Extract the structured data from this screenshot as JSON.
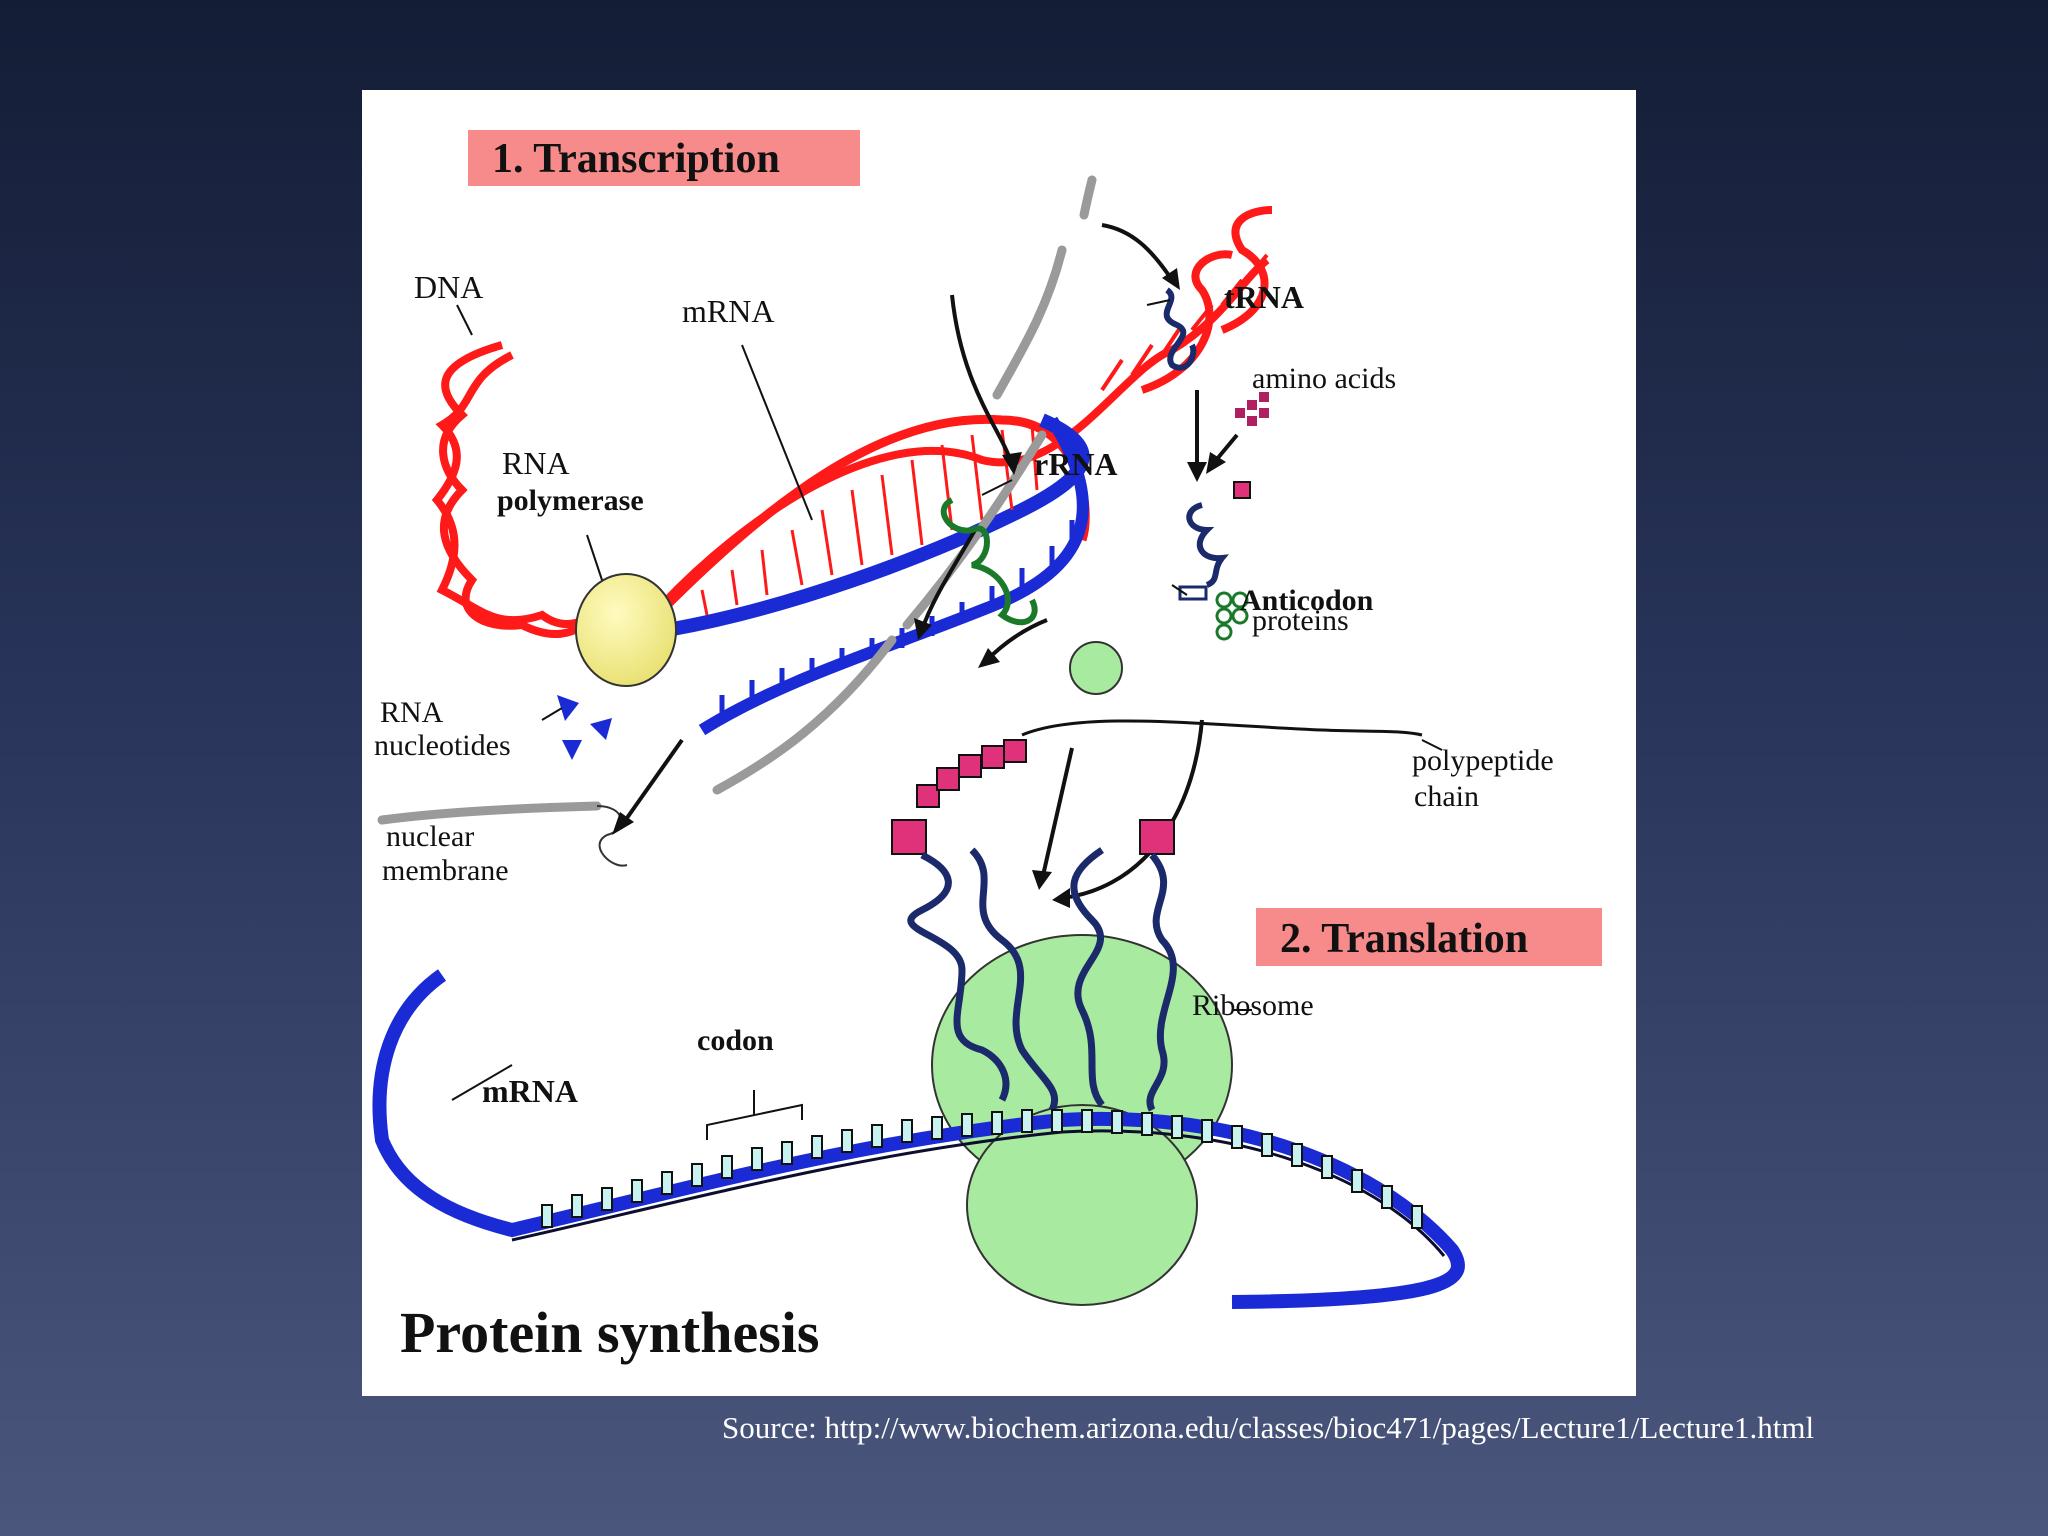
{
  "figure": {
    "title": "Protein synthesis",
    "stage1": "1. Transcription",
    "stage2": "2. Translation",
    "labels": {
      "dna": "DNA",
      "mrna_top": "mRNA",
      "rna_polymerase_1": "RNA",
      "rna_polymerase_2": "polymerase",
      "rna_nucleotides_1": "RNA",
      "rna_nucleotides_2": "nucleotides",
      "nuclear_membrane_1": "nuclear",
      "nuclear_membrane_2": "membrane",
      "trna": "tRNA",
      "amino_acids": "amino acids",
      "rrna": "rRNA",
      "proteins": "proteins",
      "anticodon": "Anticodon",
      "polypeptide_1": "polypeptide",
      "polypeptide_2": "chain",
      "ribosome": "Ribosome",
      "codon": "codon",
      "mrna_bottom": "mRNA"
    }
  },
  "source": "Source: http://www.biochem.arizona.edu/classes/bioc471/pages/Lecture1/Lecture1.html",
  "colors": {
    "dna": "#ff1a1a",
    "rna": "#1a2bd6",
    "polymerase": "#f5f08a",
    "ribosome": "#a8eaa0",
    "trna": "#1b2a6b",
    "rrna": "#1a7a2a",
    "amino": "#e0327a",
    "label_bg": "#f78a8a"
  }
}
